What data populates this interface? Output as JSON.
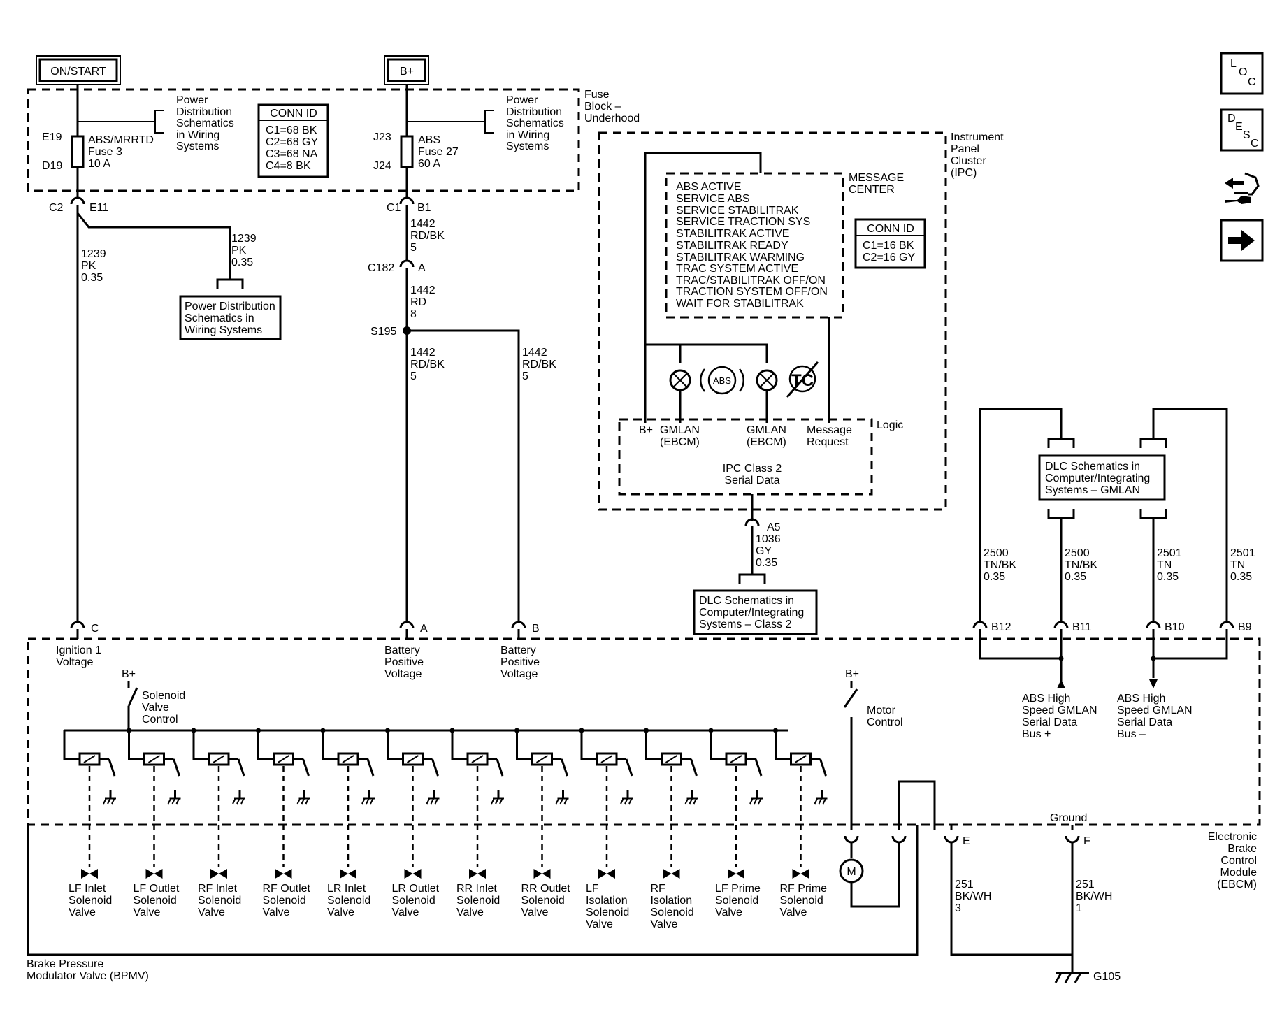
{
  "top_labels": {
    "on_start": "ON/START",
    "b_plus": "B+"
  },
  "fuse_block": {
    "label": [
      "Fuse",
      "Block –",
      "Underhood"
    ],
    "pds_note_left": [
      "Power",
      "Distribution",
      "Schematics",
      "in Wiring",
      "Systems"
    ],
    "pds_note_right": [
      "Power",
      "Distribution",
      "Schematics",
      "in Wiring",
      "Systems"
    ],
    "conn_id": {
      "title": "CONN ID",
      "lines": [
        "C1=68 BK",
        "C2=68 GY",
        "C3=68 NA",
        "C4=8 BK"
      ]
    },
    "fuse_left": {
      "top_pin": "E19",
      "bottom_pin": "D19",
      "lines": [
        "ABS/MRRTD",
        "Fuse 3",
        "10 A"
      ]
    },
    "fuse_right": {
      "top_pin": "J23",
      "bottom_pin": "J24",
      "lines": [
        "ABS",
        "Fuse 27",
        "60 A"
      ]
    }
  },
  "left_circuit": {
    "conn_c2": "C2",
    "conn_e11": "E11",
    "wire_branch": [
      "1239",
      "PK",
      "0.35"
    ],
    "wire_main": [
      "1239",
      "PK",
      "0.35"
    ],
    "pds_box": [
      "Power Distribution",
      "Schematics in",
      "Wiring Systems"
    ]
  },
  "middle_circuit": {
    "conn_c1": "C1",
    "conn_b1": "B1",
    "wire1": [
      "1442",
      "RD/BK",
      "5"
    ],
    "conn_c182": "C182",
    "conn_a": "A",
    "wire2": [
      "1442",
      "RD",
      "8"
    ],
    "splice": "S195",
    "wire3": [
      "1442",
      "RD/BK",
      "5"
    ],
    "wire4": [
      "1442",
      "RD/BK",
      "5"
    ]
  },
  "ipc": {
    "label": [
      "Instrument",
      "Panel",
      "Cluster",
      "(IPC)"
    ],
    "message_center_label": [
      "MESSAGE",
      "CENTER"
    ],
    "messages": [
      "ABS ACTIVE",
      "SERVICE ABS",
      "SERVICE STABILITRAK",
      "SERVICE TRACTION SYS",
      "STABILITRAK ACTIVE",
      "STABILITRAK READY",
      "STABILITRAK WARMING",
      "TRAC SYSTEM ACTIVE",
      "TRAC/STABILITRAK OFF/ON",
      "TRACTION SYSTEM OFF/ON",
      "WAIT FOR STABILITRAK"
    ],
    "conn_id": {
      "title": "CONN ID",
      "lines": [
        "C1=16 BK",
        "C2=16 GY"
      ]
    },
    "abs_symbol": "ABS",
    "tc_symbol": "TC",
    "logic_label": "Logic",
    "logic_items": {
      "b_plus": "B+",
      "gmlan1": [
        "GMLAN",
        "(EBCM)"
      ],
      "gmlan2": [
        "GMLAN",
        "(EBCM)"
      ],
      "msg_req": [
        "Message",
        "Request"
      ]
    },
    "class2": [
      "IPC Class 2",
      "Serial Data"
    ],
    "conn_a5": "A5",
    "wire": [
      "1036",
      "GY",
      "0.35"
    ],
    "dlc_box": [
      "DLC Schematics in",
      "Computer/Integrating",
      "Systems – Class 2"
    ]
  },
  "gmlan": {
    "dlc_box": [
      "DLC Schematics in",
      "Computer/Integrating",
      "Systems – GMLAN"
    ],
    "wires": [
      [
        "2500",
        "TN/BK",
        "0.35"
      ],
      [
        "2500",
        "TN/BK",
        "0.35"
      ],
      [
        "2501",
        "TN",
        "0.35"
      ],
      [
        "2501",
        "TN",
        "0.35"
      ]
    ],
    "pins": [
      "B12",
      "B11",
      "B10",
      "B9"
    ],
    "bus_plus": [
      "ABS High",
      "Speed GMLAN",
      "Serial Data",
      "Bus +"
    ],
    "bus_minus": [
      "ABS High",
      "Speed GMLAN",
      "Serial Data",
      "Bus –"
    ]
  },
  "ebcm": {
    "pins_top": {
      "c": "C",
      "a": "A",
      "b": "B"
    },
    "ignition": [
      "Ignition 1",
      "Voltage"
    ],
    "batt1": [
      "Battery",
      "Positive",
      "Voltage"
    ],
    "batt2": [
      "Battery",
      "Positive",
      "Voltage"
    ],
    "b_plus_1": "B+",
    "solenoid_control": [
      "Solenoid",
      "Valve",
      "Control"
    ],
    "b_plus_2": "B+",
    "motor_control": [
      "Motor",
      "Control"
    ],
    "module_label": [
      "Electronic",
      "Brake",
      "Control",
      "Module",
      "(EBCM)"
    ],
    "ground_label": "Ground",
    "pin_e": "E",
    "pin_f": "F",
    "motor_symbol": "M"
  },
  "bpmv": {
    "label": [
      "Brake Pressure",
      "Modulator Valve (BPMV)"
    ],
    "valves": [
      [
        "LF Inlet",
        "Solenoid",
        "Valve"
      ],
      [
        "LF Outlet",
        "Solenoid",
        "Valve"
      ],
      [
        "RF Inlet",
        "Solenoid",
        "Valve"
      ],
      [
        "RF Outlet",
        "Solenoid",
        "Valve"
      ],
      [
        "LR Inlet",
        "Solenoid",
        "Valve"
      ],
      [
        "LR Outlet",
        "Solenoid",
        "Valve"
      ],
      [
        "RR Inlet",
        "Solenoid",
        "Valve"
      ],
      [
        "RR Outlet",
        "Solenoid",
        "Valve"
      ],
      [
        "LF",
        "Isolation",
        "Solenoid",
        "Valve"
      ],
      [
        "RF",
        "Isolation",
        "Solenoid",
        "Valve"
      ],
      [
        "LF Prime",
        "Solenoid",
        "Valve"
      ],
      [
        "RF Prime",
        "Solenoid",
        "Valve"
      ]
    ]
  },
  "ground": {
    "wire_e": [
      "251",
      "BK/WH",
      "3"
    ],
    "wire_f": [
      "251",
      "BK/WH",
      "1"
    ],
    "g105": "G105"
  },
  "nav_icons": {
    "loc": [
      "L",
      "O",
      "C"
    ],
    "desc": [
      "D",
      "E",
      "S",
      "C"
    ]
  }
}
